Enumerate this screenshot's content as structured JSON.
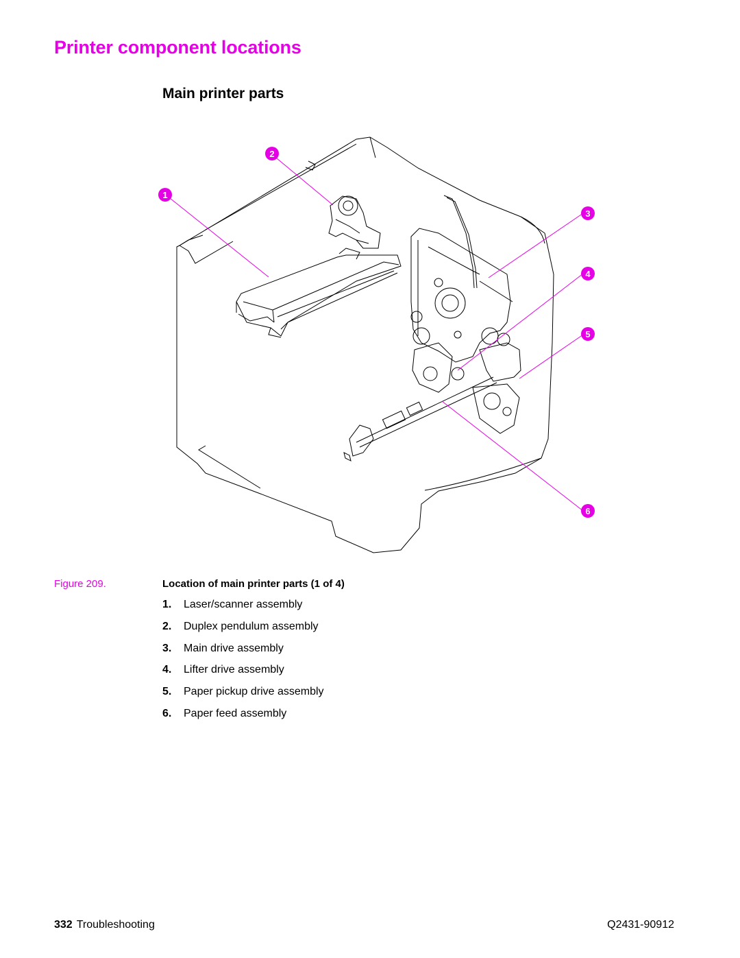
{
  "page_title": "Printer component locations",
  "section_title": "Main printer parts",
  "figure": {
    "label": "Figure 209.",
    "caption": "Location of main printer parts (1 of 4)",
    "callouts": [
      "1",
      "2",
      "3",
      "4",
      "5",
      "6"
    ],
    "callout_color": "#e600e6"
  },
  "legend": [
    {
      "num": "1.",
      "text": "Laser/scanner assembly"
    },
    {
      "num": "2.",
      "text": "Duplex pendulum assembly"
    },
    {
      "num": "3.",
      "text": "Main drive assembly"
    },
    {
      "num": "4.",
      "text": "Lifter drive assembly"
    },
    {
      "num": "5.",
      "text": "Paper pickup drive assembly"
    },
    {
      "num": "6.",
      "text": "Paper feed assembly"
    }
  ],
  "footer": {
    "page_number": "332",
    "section": "Troubleshooting",
    "doc_number": "Q2431-90912"
  }
}
